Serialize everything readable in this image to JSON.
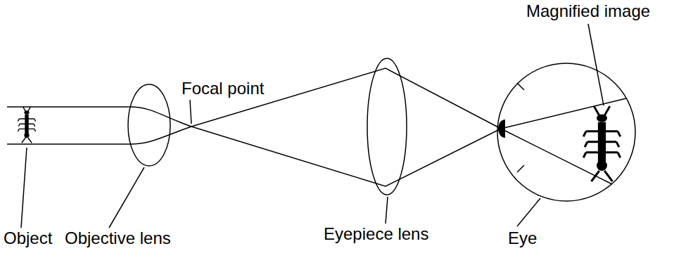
{
  "diagram": {
    "labels": [
      "Magnified image",
      "Focal point",
      "Object",
      "Objective lens",
      "Eyepiece lens",
      "Eye"
    ]
  }
}
